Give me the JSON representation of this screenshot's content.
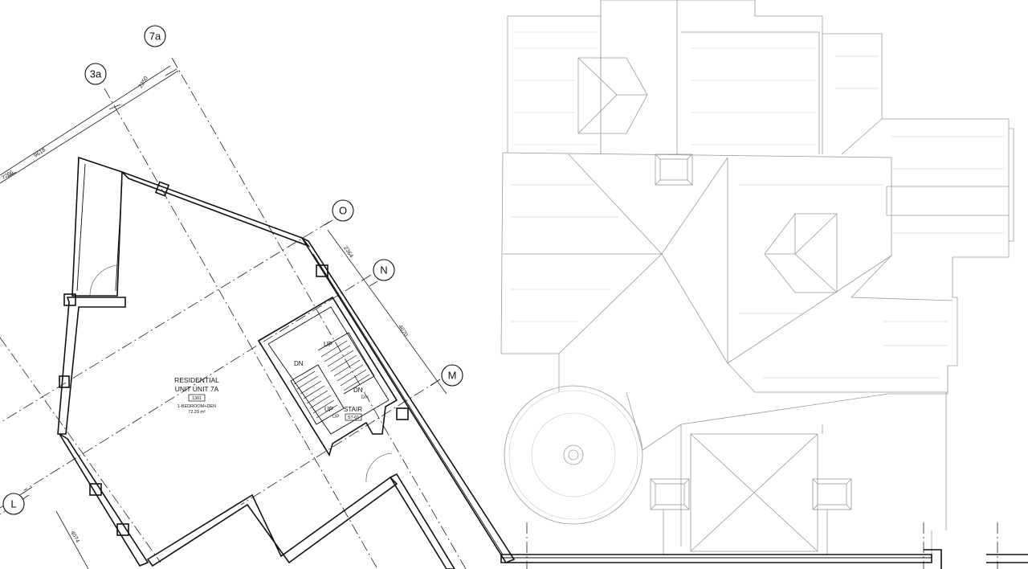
{
  "grid_bubbles": [
    {
      "id": "7a",
      "label": "7a"
    },
    {
      "id": "3a",
      "label": "3a"
    },
    {
      "id": "O",
      "label": "O"
    },
    {
      "id": "N",
      "label": "N"
    },
    {
      "id": "M",
      "label": "M"
    },
    {
      "id": "L",
      "label": "L"
    }
  ],
  "dimensions": [
    {
      "id": "d2250",
      "label": "2250"
    },
    {
      "id": "d9618",
      "label": "9618"
    },
    {
      "id": "d7266",
      "label": "7266"
    },
    {
      "id": "d2364",
      "label": "2364"
    },
    {
      "id": "d4070",
      "label": "4070"
    },
    {
      "id": "d4074",
      "label": "4074"
    }
  ],
  "unit": {
    "name_line1": "RESIDENTIAL",
    "name_line2": "UNIT UNIT 7A",
    "number": "1301",
    "type": "1-BEDROOM+DEN",
    "area": "72.29 m²"
  },
  "stair": {
    "name": "STAIR",
    "number": "ST-01",
    "labels": [
      {
        "id": "up1",
        "text": "UP"
      },
      {
        "id": "dn1",
        "text": "DN"
      },
      {
        "id": "dn2",
        "text": "DN"
      },
      {
        "id": "dn3",
        "text": "DN"
      },
      {
        "id": "up2",
        "text": "UP"
      },
      {
        "id": "up3",
        "text": "UP"
      }
    ]
  },
  "colors": {
    "walls": "#111111",
    "roof_lines": "#9a9a9a",
    "background": "#ffffff"
  }
}
